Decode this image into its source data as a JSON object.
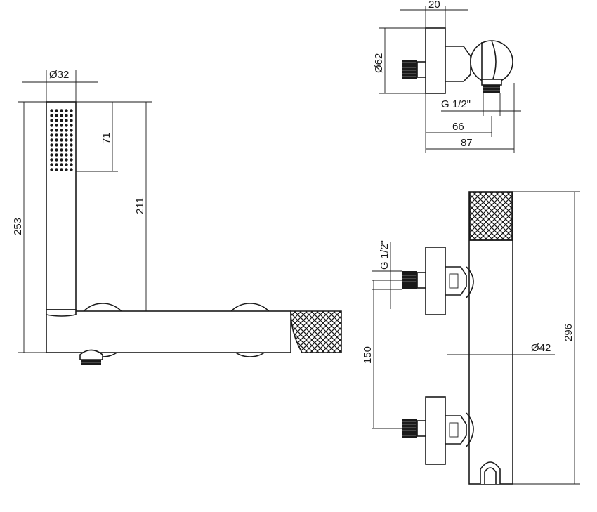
{
  "dimensions": {
    "hand_shower_diameter": "Ø32",
    "hand_shower_height": "253",
    "spray_face_length": "71",
    "hand_shower_to_body": "211",
    "wall_offset_top": "20",
    "escutcheon_diameter": "Ø62",
    "thread_top": "G 1/2\"",
    "projection_66": "66",
    "projection_87": "87",
    "thread_front": "G 1/2\"",
    "centres": "150",
    "body_height": "296",
    "body_diameter": "Ø42"
  },
  "colors": {
    "line": "#1a1a1a",
    "background": "#ffffff"
  }
}
